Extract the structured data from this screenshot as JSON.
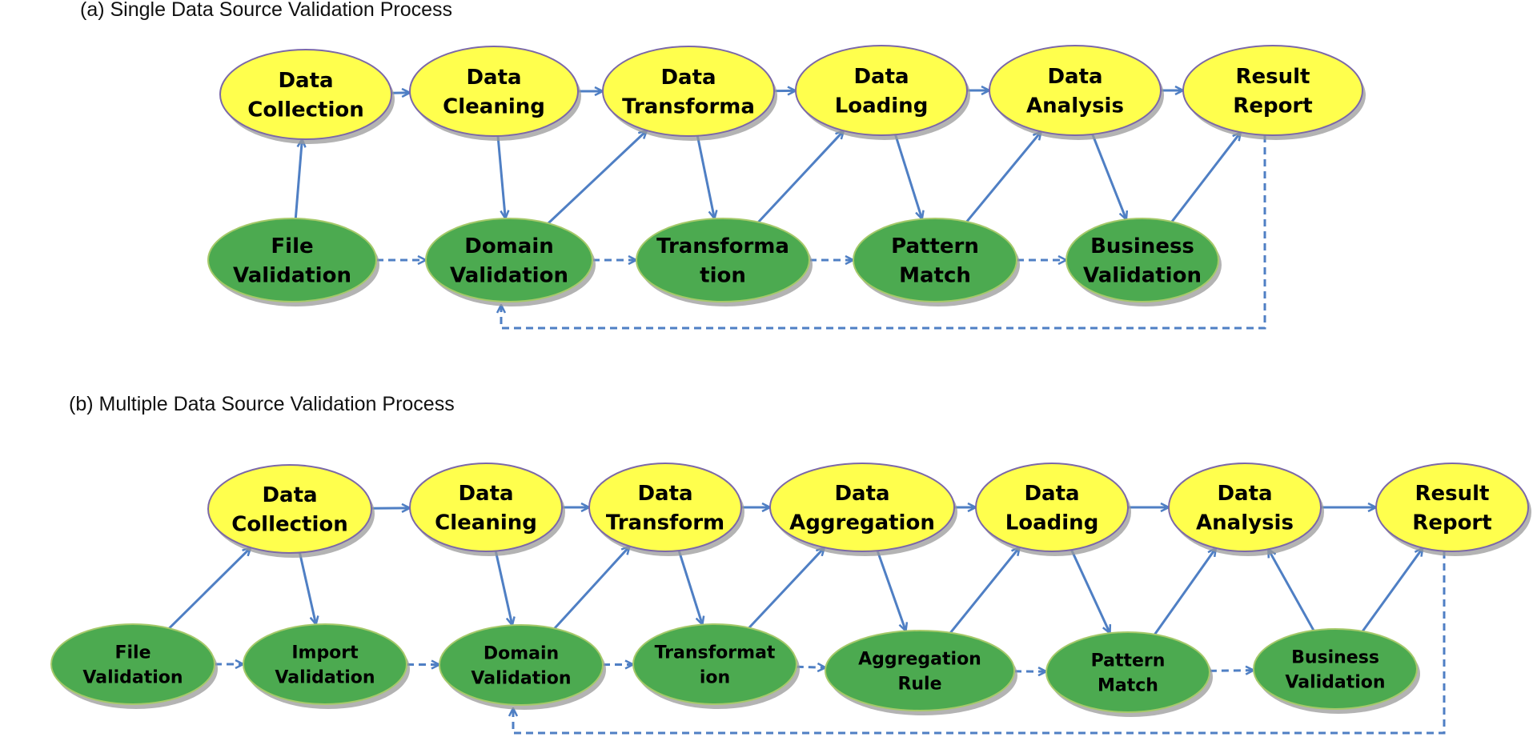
{
  "colors": {
    "process_fill": "#ffff4d",
    "process_stroke": "#7b68a8",
    "validation_fill": "#4caa50",
    "validation_stroke": "#a6c96a",
    "shadow": "#9a9a9a",
    "arrow": "#4f7fc4"
  },
  "panels": [
    {
      "title": "(a) Single Data Source Validation Process",
      "nodes": [
        {
          "id": "a_collection",
          "kind": "process",
          "lines": [
            "Data",
            "Collection"
          ]
        },
        {
          "id": "a_cleaning",
          "kind": "process",
          "lines": [
            "Data",
            "Cleaning"
          ]
        },
        {
          "id": "a_transform",
          "kind": "process",
          "lines": [
            "Data",
            "Transforma"
          ]
        },
        {
          "id": "a_loading",
          "kind": "process",
          "lines": [
            "Data",
            "Loading"
          ]
        },
        {
          "id": "a_analysis",
          "kind": "process",
          "lines": [
            "Data",
            "Analysis"
          ]
        },
        {
          "id": "a_report",
          "kind": "process",
          "lines": [
            "Result",
            "Report"
          ]
        },
        {
          "id": "a_file",
          "kind": "validation",
          "lines": [
            "File",
            "Validation"
          ]
        },
        {
          "id": "a_domain",
          "kind": "validation",
          "lines": [
            "Domain",
            "Validation"
          ]
        },
        {
          "id": "a_transval",
          "kind": "validation",
          "lines": [
            "Transforma",
            "tion"
          ]
        },
        {
          "id": "a_pattern",
          "kind": "validation",
          "lines": [
            "Pattern",
            "Match"
          ]
        },
        {
          "id": "a_business",
          "kind": "validation",
          "lines": [
            "Business",
            "Validation"
          ]
        }
      ],
      "edges": [
        {
          "from": "a_collection",
          "to": "a_cleaning",
          "style": "solid"
        },
        {
          "from": "a_cleaning",
          "to": "a_transform",
          "style": "solid"
        },
        {
          "from": "a_transform",
          "to": "a_loading",
          "style": "solid"
        },
        {
          "from": "a_loading",
          "to": "a_analysis",
          "style": "solid"
        },
        {
          "from": "a_analysis",
          "to": "a_report",
          "style": "solid"
        },
        {
          "from": "a_file",
          "to": "a_collection",
          "style": "solid"
        },
        {
          "from": "a_cleaning",
          "to": "a_domain",
          "style": "solid"
        },
        {
          "from": "a_domain",
          "to": "a_transform",
          "style": "solid"
        },
        {
          "from": "a_transform",
          "to": "a_transval",
          "style": "solid"
        },
        {
          "from": "a_transval",
          "to": "a_loading",
          "style": "solid"
        },
        {
          "from": "a_loading",
          "to": "a_pattern",
          "style": "solid"
        },
        {
          "from": "a_pattern",
          "to": "a_analysis",
          "style": "solid"
        },
        {
          "from": "a_analysis",
          "to": "a_business",
          "style": "solid"
        },
        {
          "from": "a_business",
          "to": "a_report",
          "style": "solid"
        },
        {
          "from": "a_file",
          "to": "a_domain",
          "style": "dashed"
        },
        {
          "from": "a_domain",
          "to": "a_transval",
          "style": "dashed"
        },
        {
          "from": "a_transval",
          "to": "a_pattern",
          "style": "dashed"
        },
        {
          "from": "a_pattern",
          "to": "a_business",
          "style": "dashed"
        },
        {
          "from": "a_report",
          "to": "a_domain",
          "style": "dashed-loop"
        }
      ]
    },
    {
      "title": "(b) Multiple Data Source Validation Process",
      "nodes": [
        {
          "id": "b_collection",
          "kind": "process",
          "lines": [
            "Data",
            "Collection"
          ]
        },
        {
          "id": "b_cleaning",
          "kind": "process",
          "lines": [
            "Data",
            "Cleaning"
          ]
        },
        {
          "id": "b_transform",
          "kind": "process",
          "lines": [
            "Data",
            "Transform"
          ]
        },
        {
          "id": "b_aggregation",
          "kind": "process",
          "lines": [
            "Data",
            "Aggregation"
          ]
        },
        {
          "id": "b_loading",
          "kind": "process",
          "lines": [
            "Data",
            "Loading"
          ]
        },
        {
          "id": "b_analysis",
          "kind": "process",
          "lines": [
            "Data",
            "Analysis"
          ]
        },
        {
          "id": "b_report",
          "kind": "process",
          "lines": [
            "Result",
            "Report"
          ]
        },
        {
          "id": "b_file",
          "kind": "validation",
          "lines": [
            "File",
            "Validation"
          ]
        },
        {
          "id": "b_import",
          "kind": "validation",
          "lines": [
            "Import",
            "Validation"
          ]
        },
        {
          "id": "b_domain",
          "kind": "validation",
          "lines": [
            "Domain",
            "Validation"
          ]
        },
        {
          "id": "b_transval",
          "kind": "validation",
          "lines": [
            "Transformat",
            "ion"
          ]
        },
        {
          "id": "b_aggrule",
          "kind": "validation",
          "lines": [
            "Aggregation",
            "Rule"
          ]
        },
        {
          "id": "b_pattern",
          "kind": "validation",
          "lines": [
            "Pattern",
            "Match"
          ]
        },
        {
          "id": "b_business",
          "kind": "validation",
          "lines": [
            "Business",
            "Validation"
          ]
        }
      ],
      "edges": [
        {
          "from": "b_collection",
          "to": "b_cleaning",
          "style": "solid"
        },
        {
          "from": "b_cleaning",
          "to": "b_transform",
          "style": "solid"
        },
        {
          "from": "b_transform",
          "to": "b_aggregation",
          "style": "solid"
        },
        {
          "from": "b_aggregation",
          "to": "b_loading",
          "style": "solid"
        },
        {
          "from": "b_loading",
          "to": "b_analysis",
          "style": "solid"
        },
        {
          "from": "b_analysis",
          "to": "b_report",
          "style": "solid"
        },
        {
          "from": "b_file",
          "to": "b_collection",
          "style": "solid"
        },
        {
          "from": "b_collection",
          "to": "b_import",
          "style": "solid"
        },
        {
          "from": "b_cleaning",
          "to": "b_domain",
          "style": "solid"
        },
        {
          "from": "b_domain",
          "to": "b_transform",
          "style": "solid"
        },
        {
          "from": "b_transform",
          "to": "b_transval",
          "style": "solid"
        },
        {
          "from": "b_transval",
          "to": "b_aggregation",
          "style": "solid"
        },
        {
          "from": "b_aggregation",
          "to": "b_aggrule",
          "style": "solid"
        },
        {
          "from": "b_aggrule",
          "to": "b_loading",
          "style": "solid"
        },
        {
          "from": "b_loading",
          "to": "b_pattern",
          "style": "solid"
        },
        {
          "from": "b_pattern",
          "to": "b_analysis",
          "style": "solid"
        },
        {
          "from": "b_business",
          "to": "b_analysis",
          "style": "solid"
        },
        {
          "from": "b_business",
          "to": "b_report",
          "style": "solid"
        },
        {
          "from": "b_file",
          "to": "b_import",
          "style": "dashed"
        },
        {
          "from": "b_import",
          "to": "b_domain",
          "style": "dashed"
        },
        {
          "from": "b_domain",
          "to": "b_transval",
          "style": "dashed"
        },
        {
          "from": "b_transval",
          "to": "b_aggrule",
          "style": "dashed"
        },
        {
          "from": "b_aggrule",
          "to": "b_pattern",
          "style": "dashed"
        },
        {
          "from": "b_pattern",
          "to": "b_business",
          "style": "dashed"
        },
        {
          "from": "b_report",
          "to": "b_domain",
          "style": "dashed-loop"
        }
      ]
    }
  ]
}
